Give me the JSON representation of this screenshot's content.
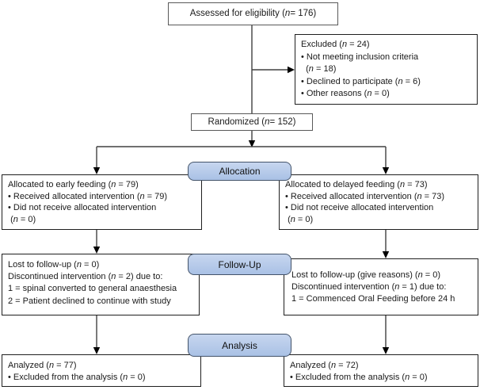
{
  "badges": [
    {
      "id": "allocation",
      "label": "Allocation"
    },
    {
      "id": "followup",
      "label": "Follow-Up"
    },
    {
      "id": "analysis",
      "label": "Analysis"
    }
  ],
  "boxes": {
    "assessed": {
      "lines": [
        "Assessed for eligibility (n = 176)"
      ]
    },
    "excluded": {
      "lines": [
        "Excluded (n = 24)",
        "• Not meeting inclusion criteria",
        "  (n = 18)",
        "• Declined to participate (n = 6)",
        "• Other reasons (n = 0)"
      ]
    },
    "randomized": {
      "lines": [
        "Randomized (n = 152)"
      ]
    },
    "allocated_early": {
      "lines": [
        "Allocated to early feeding (n = 79)",
        "• Received allocated intervention (n = 79)",
        "• Did not receive allocated intervention",
        " (n = 0)"
      ]
    },
    "allocated_delayed": {
      "lines": [
        "Allocated to delayed feeding (n = 73)",
        "• Received allocated intervention (n = 73)",
        "• Did not receive allocated intervention",
        " (n = 0)"
      ]
    },
    "followup_early": {
      "lines": [
        "Lost to follow-up (n = 0)",
        "Discontinued intervention (n = 2) due to:",
        "1 = spinal converted to general anaesthesia",
        "2 = Patient declined to continue with study"
      ]
    },
    "followup_delayed": {
      "lines": [
        "Lost to follow-up (give reasons) (n = 0)",
        "Discontinued intervention (n = 1) due to:",
        "1 = Commenced Oral Feeding before 24 h"
      ]
    },
    "analyzed_early": {
      "lines": [
        "Analyzed (n = 77)",
        "• Excluded from the analysis (n = 0)"
      ]
    },
    "analyzed_delayed": {
      "lines": [
        "Analyzed (n = 72)",
        "• Excluded from the analysis (n = 0)"
      ]
    }
  },
  "colors": {
    "badge_fill": "#b4c7e7",
    "badge_border": "#44546a",
    "box_border": "#1f1f1f",
    "connector": "#404040"
  }
}
